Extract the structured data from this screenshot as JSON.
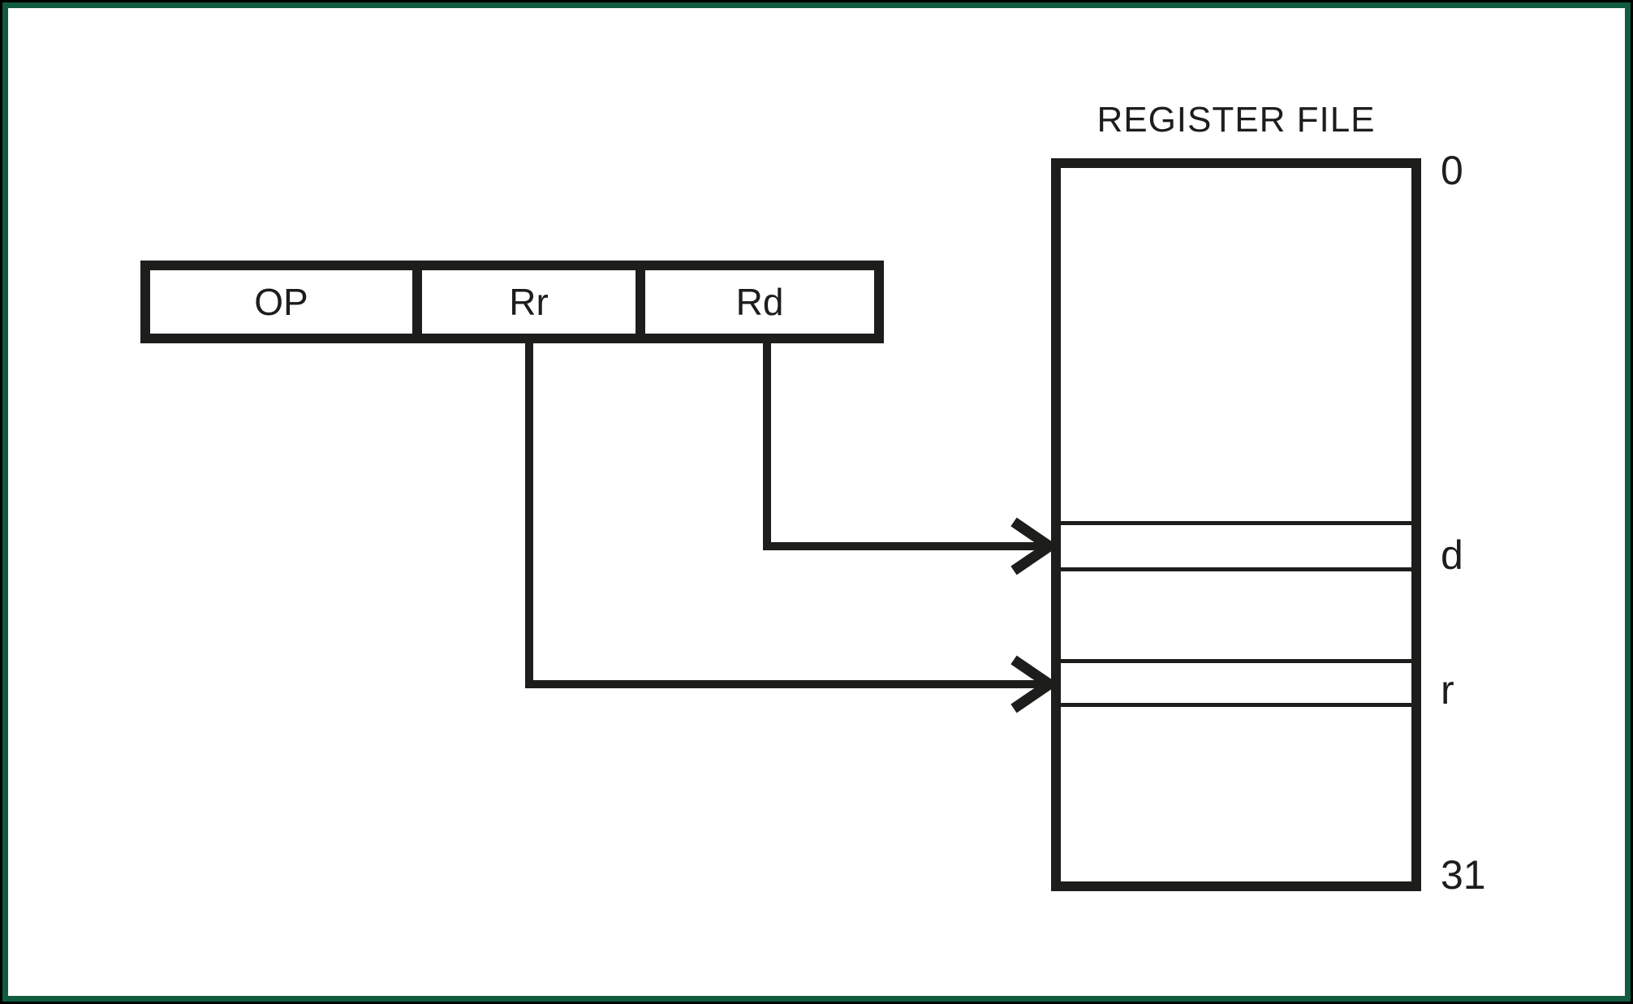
{
  "diagram": {
    "title": "REGISTER FILE",
    "instruction_format": {
      "fields": [
        {
          "label": "OP"
        },
        {
          "label": "Rr"
        },
        {
          "label": "Rd"
        }
      ]
    },
    "register_file": {
      "first_register_label": "0",
      "dest_register_label": "d",
      "source_register_label": "r",
      "last_register_label": "31"
    },
    "connectors": [
      {
        "from": "Rd",
        "to": "d"
      },
      {
        "from": "Rr",
        "to": "r"
      }
    ],
    "colors": {
      "ink": "#1d1d1b",
      "frame_green": "#115c3e",
      "frame_black": "#000000",
      "background": "#ffffff"
    }
  }
}
